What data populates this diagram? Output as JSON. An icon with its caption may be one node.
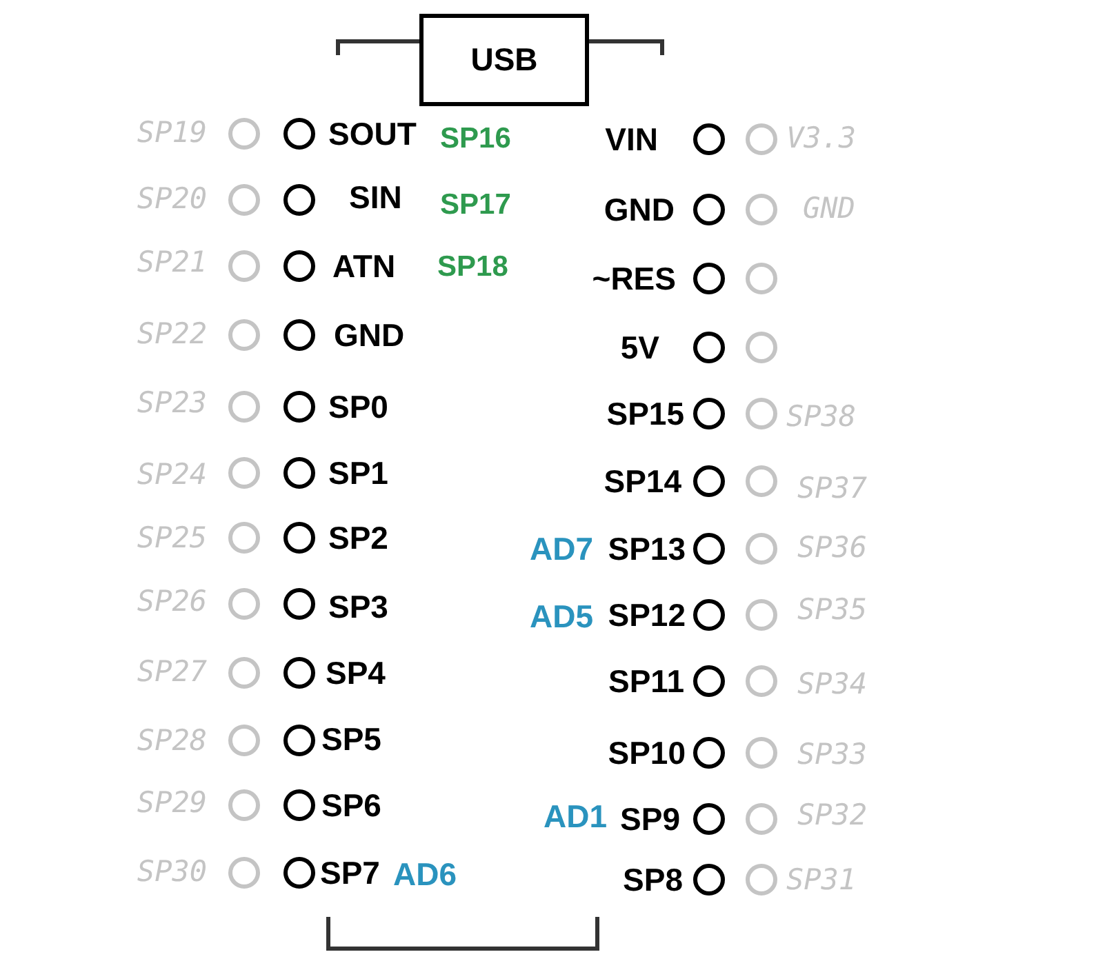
{
  "diagram": {
    "nodes": [
      {
        "text": [
          "USB"
        ]
      }
    ],
    "labels": [
      "SP19",
      "SOUT",
      "SP16",
      "VIN",
      "V3.3",
      "SP20",
      "SIN",
      "SP17",
      "GND",
      "GND",
      "SP21",
      "ATN",
      "SP18",
      "~RES",
      "SP22",
      "GND",
      "5V",
      "SP23",
      "SP0",
      "SP15",
      "SP38",
      "SP24",
      "SP1",
      "SP14",
      "SP37",
      "SP25",
      "SP2",
      "AD7",
      "SP13",
      "SP36",
      "SP26",
      "SP3",
      "AD5",
      "SP12",
      "SP35",
      "SP27",
      "SP4",
      "SP11",
      "SP34",
      "SP28",
      "SP5",
      "SP10",
      "SP33",
      "SP29",
      "SP6",
      "AD1",
      "SP9",
      "SP32",
      "SP30",
      "SP7",
      "AD6",
      "SP8",
      "SP31"
    ]
  }
}
